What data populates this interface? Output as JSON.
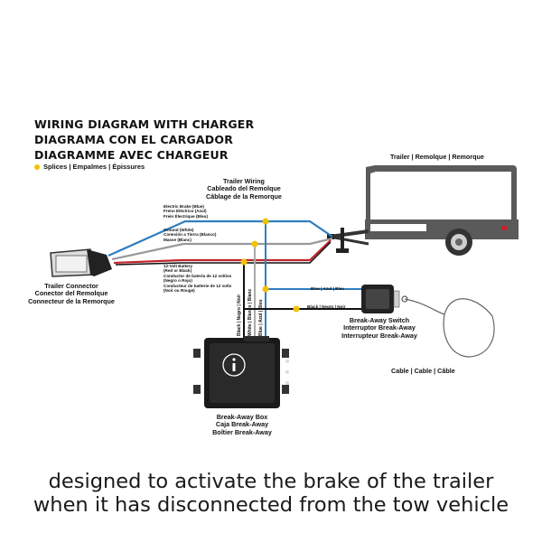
{
  "title": {
    "line1": "WIRING DIAGRAM WITH CHARGER",
    "line2": "DIAGRAMA CON EL CARGADOR",
    "line3": "DIAGRAMME AVEC CHARGEUR"
  },
  "legend": {
    "splices": "Splices | Empalmes | Épissures",
    "splice_color": "#f2c200"
  },
  "trailer_label": "Trailer | Remolque | Remorque",
  "trailer_wiring": [
    "Trailer Wiring",
    "Cableado del Remolque",
    "Câblage de la Remorque"
  ],
  "wires": {
    "electric_brake": [
      "Electric Brake (Blue)",
      "Freno Eléctrico (Azul)",
      "Frein Électrique (Bleu)"
    ],
    "ground": [
      "Ground (White)",
      "Conexión a Tierra (Blanco)",
      "Masse (Blanc)"
    ],
    "battery": [
      "12-Volt Battery",
      "(Red or Black)",
      "Conductor de batería de 12 voltios",
      "(Negro o Rojo)",
      "Conducteur de batterie de 12 volts",
      "(Noir ou Rouge)"
    ],
    "blue_label": "Blue | Azul | Bleu",
    "black_label": "Black | Negro | Noir",
    "vertical": [
      "Black | Negro | Noir",
      "White | Blanco | Blanc",
      "Blue | Azul | Bleu"
    ]
  },
  "connector": [
    "Trailer Connector",
    "Conector del Remolque",
    "Connecteur de la Remorque"
  ],
  "switch": [
    "Break-Away Switch",
    "Interruptor Break-Away",
    "Interrupteur Break-Away"
  ],
  "cable": "Cable | Cable | Câble",
  "box": [
    "Break-Away Box",
    "Caja Break-Away",
    "Boîtier Break-Away"
  ],
  "caption": [
    "designed to activate the brake of the trailer",
    "when it has disconnected from the tow vehicle"
  ],
  "colors": {
    "blue": "#2f7fc1",
    "red": "#c0262d",
    "black": "#111111",
    "gray": "#888888"
  }
}
